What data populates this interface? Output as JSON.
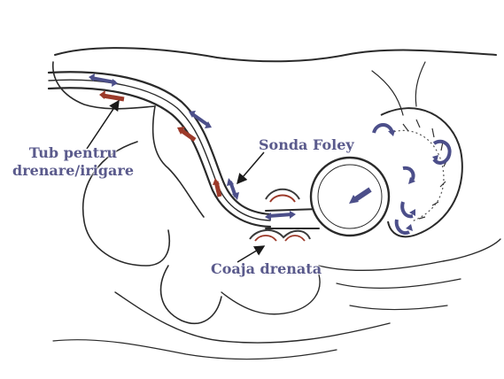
{
  "labels": {
    "tube_line1": "Tub pentru",
    "tube_line2": "drenare/irigare",
    "foley": "Sonda Foley",
    "crust": "Coaja drenata"
  },
  "colors": {
    "label_text": "#5a5a8c",
    "arrow_blue": "#4c4f8a",
    "arrow_red": "#9c3a2a",
    "ink": "#2a2a2a",
    "background": "#ffffff"
  },
  "icons": [
    "arrow-pointer-icon",
    "flow-arrow-icon",
    "circular-flow-arrow-icon"
  ]
}
